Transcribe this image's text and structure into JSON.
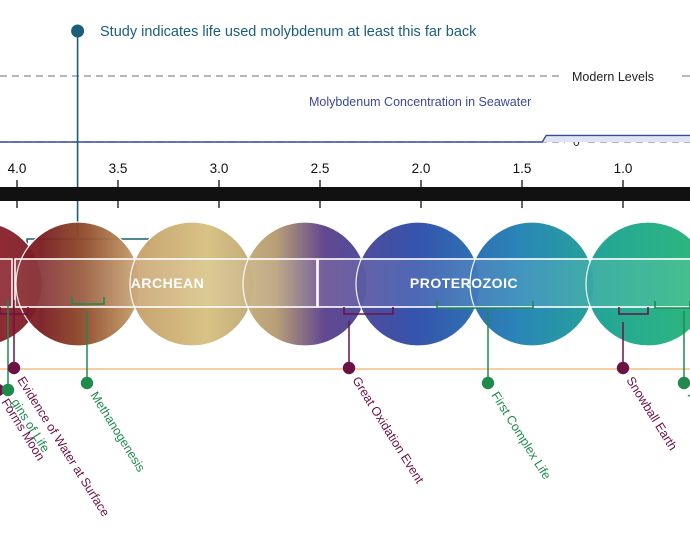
{
  "callout": {
    "text": "Study indicates life used molybdenum at least this far back",
    "value": 3.7,
    "bracket": [
      3.95,
      3.35
    ]
  },
  "levels": {
    "modern_label": "Modern Levels",
    "zero_label": "0",
    "series_name": "Molybdenum Concentration in Seawater"
  },
  "concentration": [
    [
      4.6,
      0
    ],
    [
      1.4,
      0
    ],
    [
      1.38,
      0.1
    ],
    [
      0.6,
      0.1
    ],
    [
      0.55,
      0.12
    ],
    [
      0.5,
      0.13
    ]
  ],
  "axis": {
    "ticks": [
      {
        "value": 4.0,
        "label": "4.0"
      },
      {
        "value": 3.5,
        "label": "3.5"
      },
      {
        "value": 3.0,
        "label": "3.0"
      },
      {
        "value": 2.5,
        "label": "2.5"
      },
      {
        "value": 2.0,
        "label": "2.0"
      },
      {
        "value": 1.5,
        "label": "1.5"
      },
      {
        "value": 1.0,
        "label": "1.0"
      }
    ]
  },
  "eons": [
    {
      "label": "ARCHEAN",
      "start": 4.0,
      "end": 2.5
    },
    {
      "label": "PROTEROZOIC",
      "start": 2.5,
      "end": 0.5
    }
  ],
  "events": [
    {
      "label": "Moon Forms Moon",
      "text": "Forms Moon",
      "value": 4.2,
      "color": "#6b1245"
    },
    {
      "label": "Origins of Life",
      "text": "gins of Life",
      "value": 4.1,
      "color": "#1f8a4c"
    },
    {
      "label": "Evidence of Water at Surface",
      "text": "Evidence of Water at Surface",
      "value": 4.02,
      "color": "#6b1245"
    },
    {
      "label": "Methanogenesis",
      "text": "Methanogenesis",
      "value": 3.35,
      "color": "#1f8a4c"
    },
    {
      "label": "Great Oxidation Event",
      "text": "Great Oxidation Event",
      "value": 2.4,
      "color": "#6b1245"
    },
    {
      "label": "First Complex Life",
      "text": "First Complex Life",
      "value": 1.7,
      "color": "#1f8a4c"
    },
    {
      "label": "Snowball Earth",
      "text": "Snowball Earth",
      "value": 0.7,
      "color": "#6b1245"
    },
    {
      "label": "Fossils",
      "text": "Foss",
      "value": 0.6,
      "color": "#1f8a4c"
    }
  ],
  "colors": {
    "callout": "#1b5e7a",
    "series": "#3a4a9a",
    "purple_event": "#6b1245",
    "green_event": "#1f8a4c",
    "orange_line": "#f2b26b"
  }
}
